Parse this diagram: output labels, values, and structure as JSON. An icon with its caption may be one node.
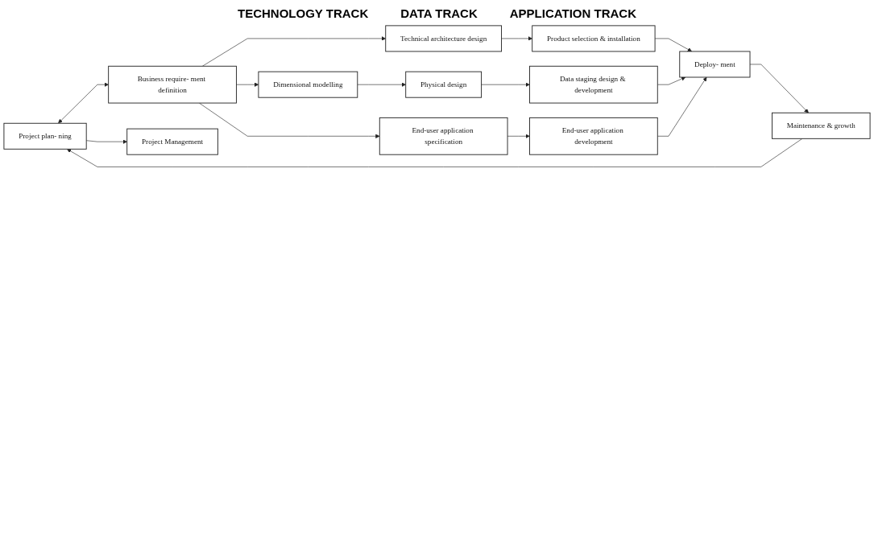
{
  "diagram": {
    "nodes": [
      {
        "text": [
          "Project plan- ning"
        ]
      },
      {
        "text": [
          "Business require- ment definition"
        ]
      },
      {
        "text": [
          "Technical architecture design"
        ]
      },
      {
        "text": [
          "Product selection & installation"
        ]
      },
      {
        "text": [
          "Dimensional modelling"
        ]
      },
      {
        "text": [
          "Physical design"
        ]
      },
      {
        "text": [
          "Data staging design & development"
        ]
      },
      {
        "text": [
          "End-user application specification"
        ]
      },
      {
        "text": [
          "End-user application development"
        ]
      },
      {
        "text": [
          "Deploy- ment"
        ]
      },
      {
        "text": [
          "Maintenance & growth"
        ]
      },
      {
        "text": [
          "Project Management"
        ]
      }
    ],
    "edges": [
      {
        "from": 10,
        "to": 0,
        "arrow": "to"
      },
      {
        "from": 0,
        "to": 1,
        "arrow": "both"
      },
      {
        "from": 0,
        "to": 11,
        "arrow": "to"
      },
      {
        "from": 1,
        "to": 2,
        "arrow": "to"
      },
      {
        "from": 1,
        "to": 4,
        "arrow": "to"
      },
      {
        "from": 1,
        "to": 7,
        "arrow": "to"
      },
      {
        "from": 2,
        "to": 3,
        "arrow": "to"
      },
      {
        "from": 4,
        "to": 5,
        "arrow": "to"
      },
      {
        "from": 5,
        "to": 6,
        "arrow": "to"
      },
      {
        "from": 7,
        "to": 8,
        "arrow": "to"
      },
      {
        "from": 3,
        "to": 9,
        "arrow": "to"
      },
      {
        "from": 6,
        "to": 9,
        "arrow": "to"
      },
      {
        "from": 8,
        "to": 9,
        "arrow": "to"
      },
      {
        "from": 9,
        "to": 10,
        "arrow": "to"
      }
    ],
    "labels": [
      "TECHNOLOGY TRACK",
      "DATA TRACK",
      "APPLICATION TRACK"
    ]
  }
}
